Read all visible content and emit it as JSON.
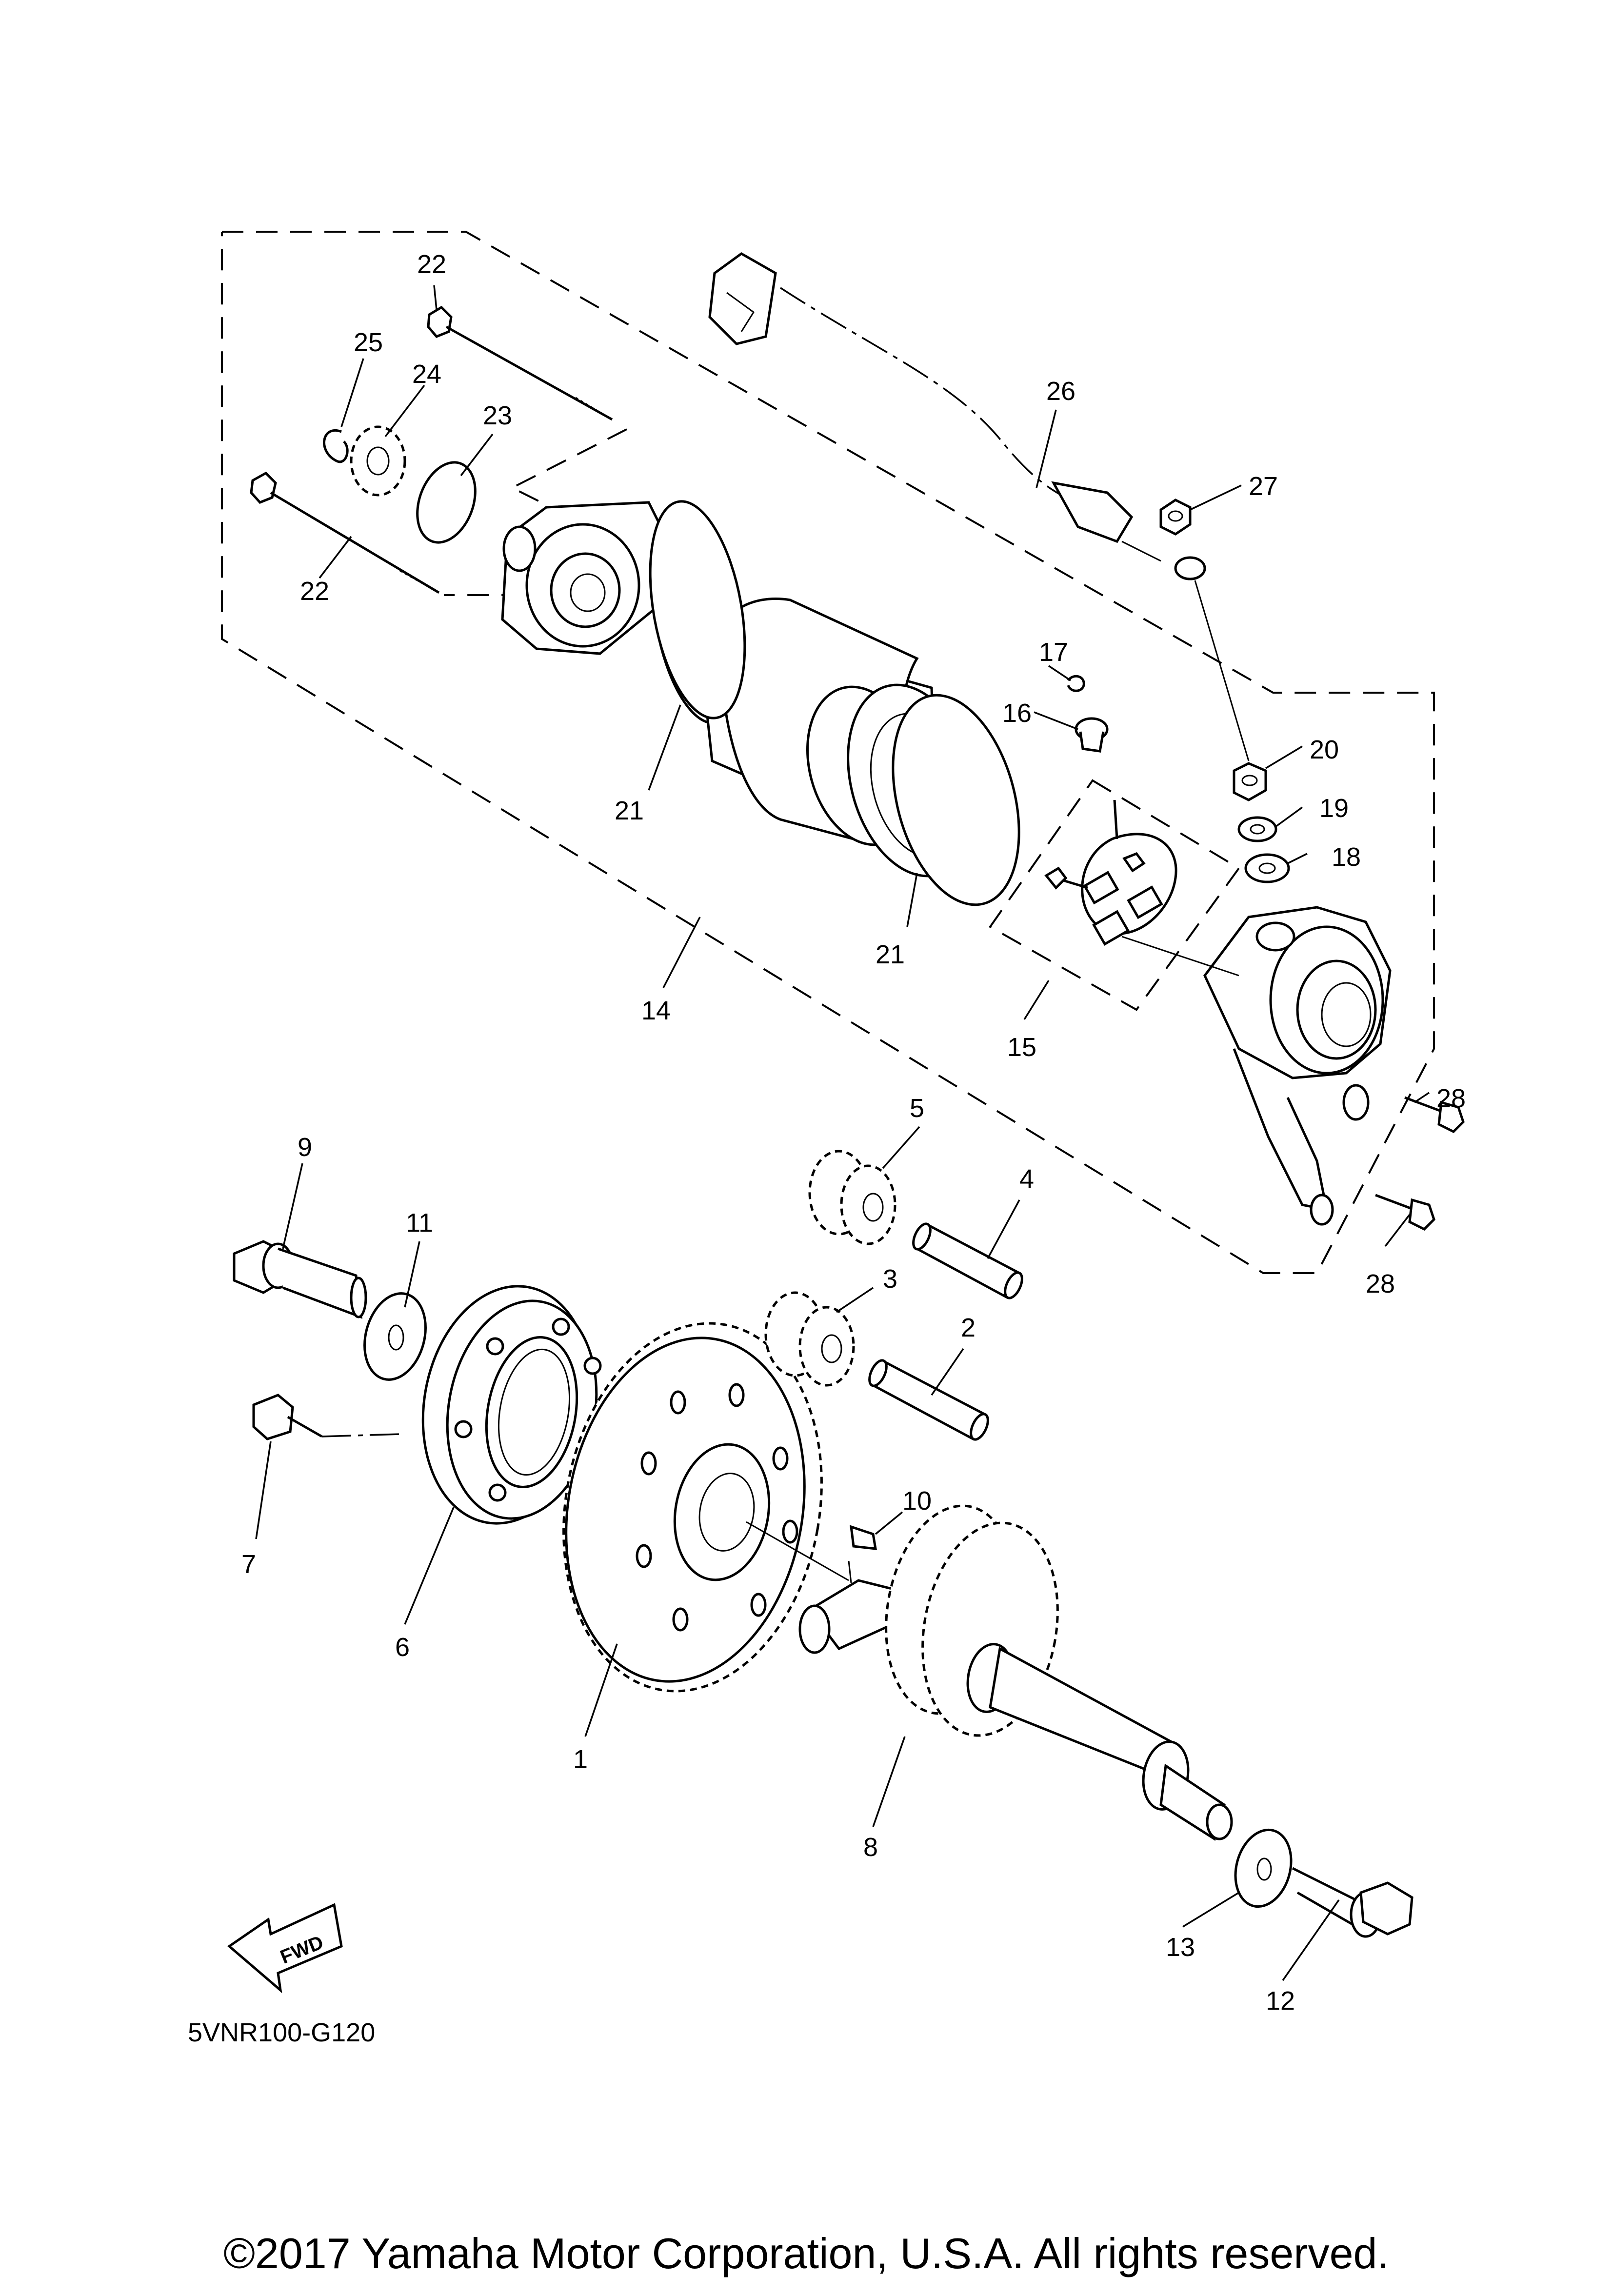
{
  "callouts": {
    "c1": "1",
    "c2": "2",
    "c3": "3",
    "c4": "4",
    "c5": "5",
    "c6": "6",
    "c7": "7",
    "c8": "8",
    "c9": "9",
    "c10": "10",
    "c11": "11",
    "c12": "12",
    "c13": "13",
    "c14": "14",
    "c15": "15",
    "c16": "16",
    "c17": "17",
    "c18": "18",
    "c19": "19",
    "c20": "20",
    "c21a": "21",
    "c21b": "21",
    "c22a": "22",
    "c22b": "22",
    "c23": "23",
    "c24": "24",
    "c25": "25",
    "c26": "26",
    "c27": "27",
    "c28a": "28",
    "c28b": "28"
  },
  "fwd_label": "FWD",
  "diagram_code": "5VNR100-G120",
  "copyright": "©2017 Yamaha Motor Corporation, U.S.A. All rights reserved."
}
